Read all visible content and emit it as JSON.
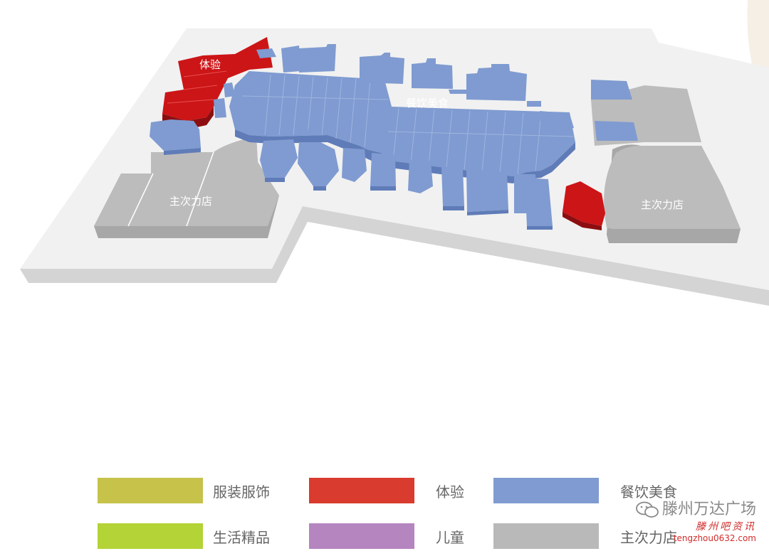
{
  "map": {
    "zone_labels": {
      "experience_top": "体验",
      "dining_center": "餐饮美食",
      "anchor_left": "主次力店",
      "anchor_right": "主次力店"
    }
  },
  "legend": {
    "items": [
      {
        "label": "服装服饰",
        "color": "#c6c24a"
      },
      {
        "label": "体验",
        "color": "#d93b2e"
      },
      {
        "label": "餐饮美食",
        "color": "#7f9bd1"
      },
      {
        "label": "生活精品",
        "color": "#b3d336"
      },
      {
        "label": "儿童",
        "color": "#b585c0"
      },
      {
        "label": "主次力店",
        "color": "#b9b9b9"
      }
    ]
  },
  "watermark": {
    "title": "滕州万达广场",
    "subtitle": "滕州吧资讯",
    "url": "tengzhou0632.com"
  },
  "colors": {
    "floor_top": "#f1f1f1",
    "floor_side": "#d6d6d6",
    "dining": "#7f9bd1",
    "experience": "#cc1517",
    "anchor": "#b9b9b9"
  }
}
